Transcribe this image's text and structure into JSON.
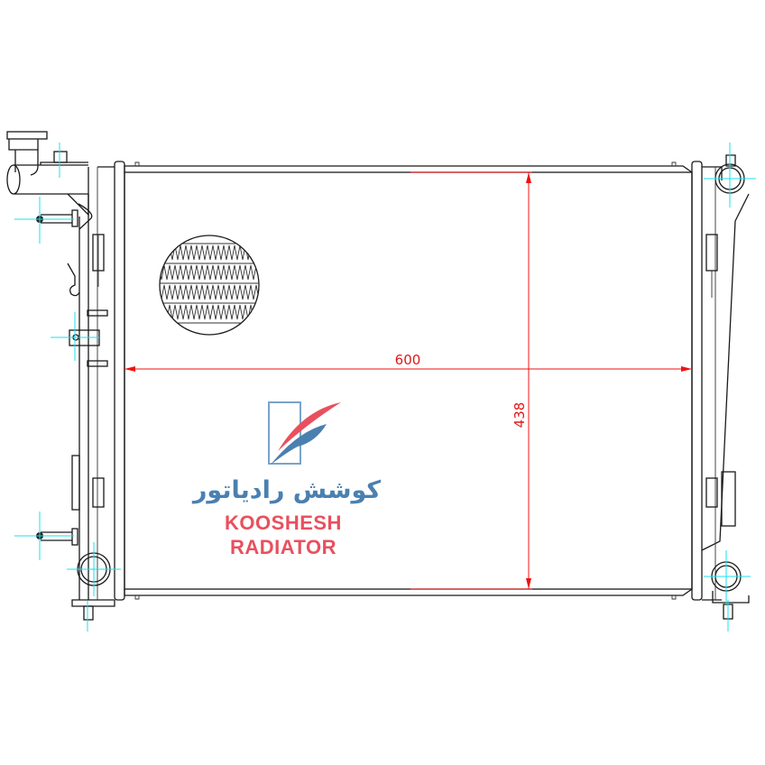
{
  "drawing": {
    "subject": "radiator",
    "dimensions": {
      "width_label": "600",
      "height_label": "438"
    },
    "colors": {
      "line": "#1a1a1a",
      "centerline": "#19e0ee",
      "dimension": "#f01010",
      "brand_red": "#e8505e",
      "brand_blue": "#4a80b0"
    }
  },
  "logo": {
    "persian_name": "کوشش رادیاتور",
    "line1": "KOOSHESH",
    "line2": "RADIATOR"
  }
}
